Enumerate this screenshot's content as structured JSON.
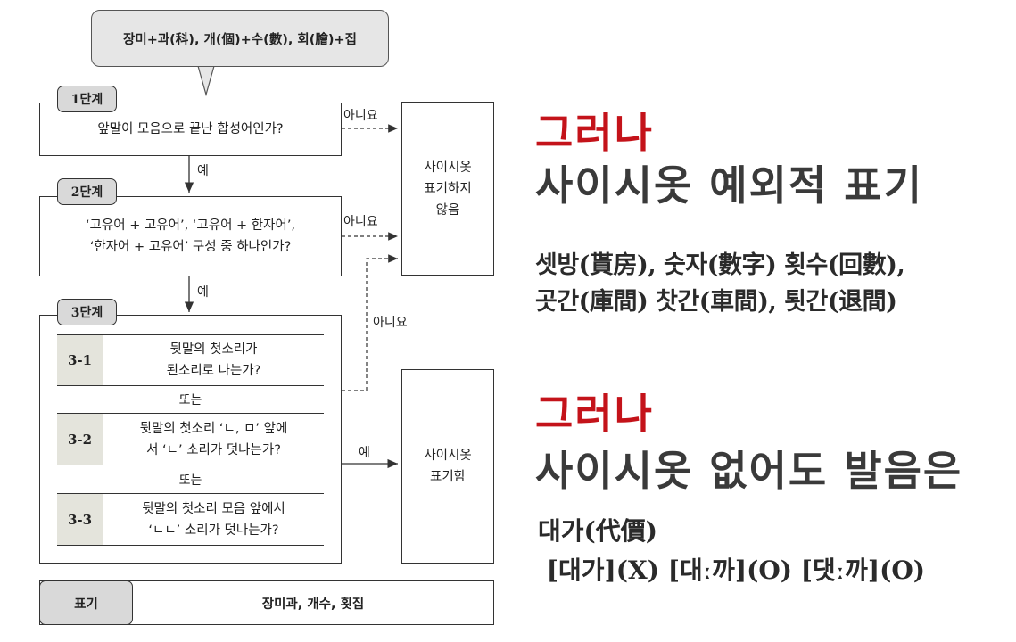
{
  "flowchart": {
    "top_bubble": "장미+과(科), 개(個)+수(數), 회(膾)+집",
    "stage1": {
      "tab": "1단계",
      "question": "앞말이 모음으로 끝난 합성어인가?"
    },
    "stage2": {
      "tab": "2단계",
      "question_line1": "‘고유어 + 고유어’, ‘고유어 + 한자어’,",
      "question_line2": "‘한자어 + 고유어’ 구성 중 하나인가?"
    },
    "stage3": {
      "tab": "3단계",
      "sub1": {
        "tag": "3-1",
        "line1": "뒷말의 첫소리가",
        "line2": "된소리로 나는가?"
      },
      "sub2": {
        "tag": "3-2",
        "line1": "뒷말의 첫소리 ‘ㄴ, ㅁ’ 앞에",
        "line2": "서 ‘ㄴ’ 소리가 덧나는가?"
      },
      "sub3": {
        "tag": "3-3",
        "line1": "뒷말의 첫소리 모음 앞에서",
        "line2": "‘ㄴㄴ’ 소리가 덧나는가?"
      },
      "or_label": "또는"
    },
    "yes_label": "예",
    "no_label": "아니요",
    "result_no": {
      "line1": "사이시옷",
      "line2": "표기하지",
      "line3": "않음"
    },
    "result_yes": {
      "line1": "사이시옷",
      "line2": "표기함"
    },
    "bottom": {
      "tab": "표기",
      "text": "장미과, 개수, 횟집"
    }
  },
  "right_panel": {
    "section1": {
      "red": "그러나",
      "heading": "사이시옷 예외적 표기",
      "examples_line1": "셋방(貰房), 숫자(數字) 횟수(回數),",
      "examples_line2": "곳간(庫間) 찻간(車間), 툇간(退間)"
    },
    "section2": {
      "red": "그러나",
      "heading": "사이시옷 없어도 발음은",
      "word": "대가(代價)",
      "pronunciation": " [대가](X) [대ː까](O) [댓ː까](O)"
    }
  }
}
